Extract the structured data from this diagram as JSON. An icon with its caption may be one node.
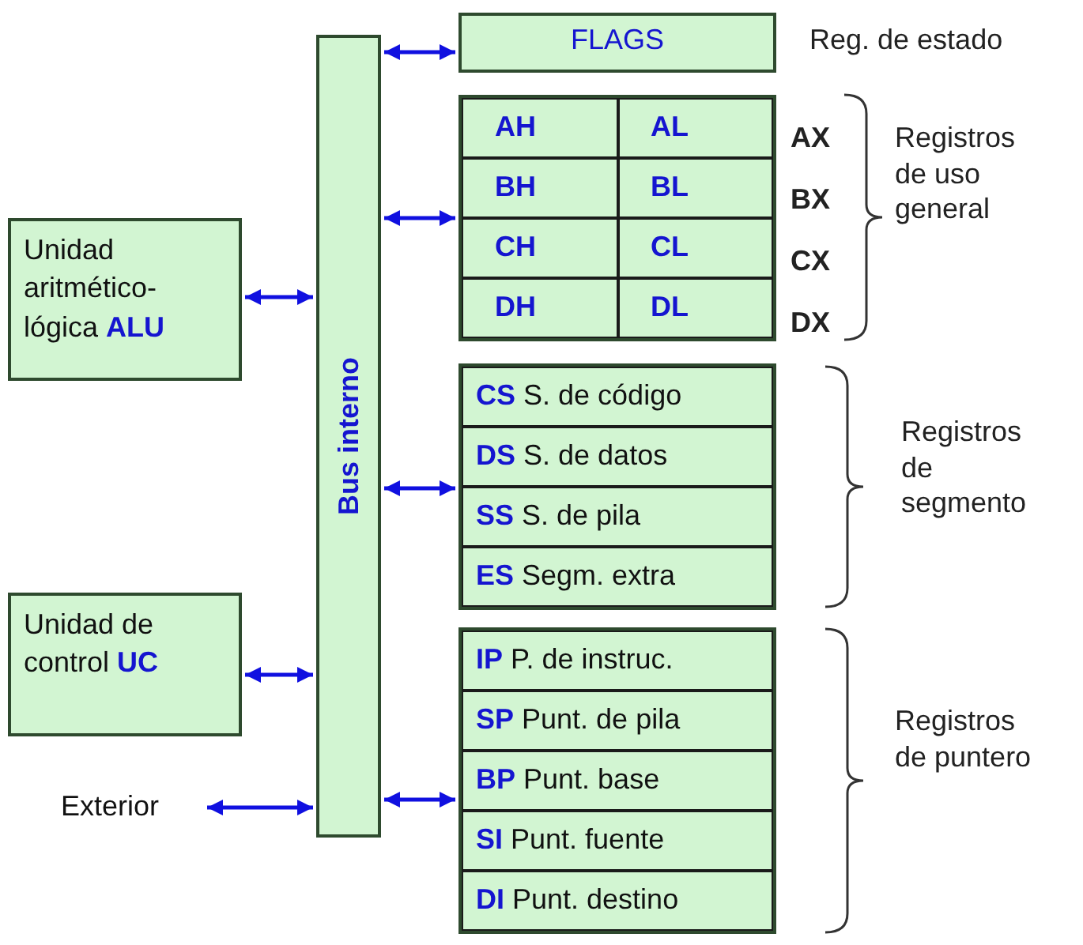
{
  "diagram": {
    "nodes": [
      {
        "text": [
          "Bus interno"
        ]
      },
      {
        "text": [
          "Unidad aritmético-lógica **ALU**"
        ]
      },
      {
        "text": [
          "Unidad de control **UC**"
        ]
      },
      {
        "text": [
          "Exterior"
        ]
      },
      {
        "text": [
          "FLAGS"
        ],
        "beside": [
          "Reg. de estado"
        ]
      },
      {
        "text": [],
        "shape": "box"
      },
      {
        "text": [
          "AH"
        ],
        "in": 5
      },
      {
        "text": [
          "AL"
        ],
        "in": 5
      },
      {
        "text": [
          "BH"
        ],
        "in": 5
      },
      {
        "text": [
          "BL"
        ],
        "in": 5
      },
      {
        "text": [
          "CH"
        ],
        "in": 5
      },
      {
        "text": [
          "CL"
        ],
        "in": 5
      },
      {
        "text": [
          "DH"
        ],
        "in": 5
      },
      {
        "text": [
          "DL"
        ],
        "in": 5
      },
      {
        "text": [],
        "shape": "box"
      },
      {
        "text": [
          "**CS** S. de código"
        ],
        "in": 14
      },
      {
        "text": [
          "**DS** S. de datos"
        ],
        "in": 14
      },
      {
        "text": [
          "**SS** S. de pila"
        ],
        "in": 14
      },
      {
        "text": [
          "**ES** Segm. extra"
        ],
        "in": 14
      },
      {
        "text": [],
        "shape": "box"
      },
      {
        "text": [
          "**IP** P. de instruc."
        ],
        "in": 19
      },
      {
        "text": [
          "**SP** Punt. de pila"
        ],
        "in": 19
      },
      {
        "text": [
          "**BP** Punt. base"
        ],
        "in": 19
      },
      {
        "text": [
          "**SI** Punt. fuente"
        ],
        "in": 19
      },
      {
        "text": [
          "**DI** Punt. destino"
        ],
        "in": 19
      }
    ],
    "edges": [
      {
        "from": 0,
        "to": 4,
        "arrow": "both"
      },
      {
        "from": 0,
        "to": 5,
        "arrow": "both"
      },
      {
        "from": 1,
        "to": 0,
        "arrow": "both"
      },
      {
        "from": 0,
        "to": 14,
        "arrow": "both"
      },
      {
        "from": 2,
        "to": 0,
        "arrow": "both"
      },
      {
        "from": 3,
        "to": 0,
        "arrow": "both"
      },
      {
        "from": 0,
        "to": 19,
        "arrow": "both"
      }
    ],
    "labels": [
      "AX",
      "Registros de uso general",
      "BX",
      "CX",
      "DX",
      "Registros de segmento",
      "Registros de puntero"
    ]
  }
}
